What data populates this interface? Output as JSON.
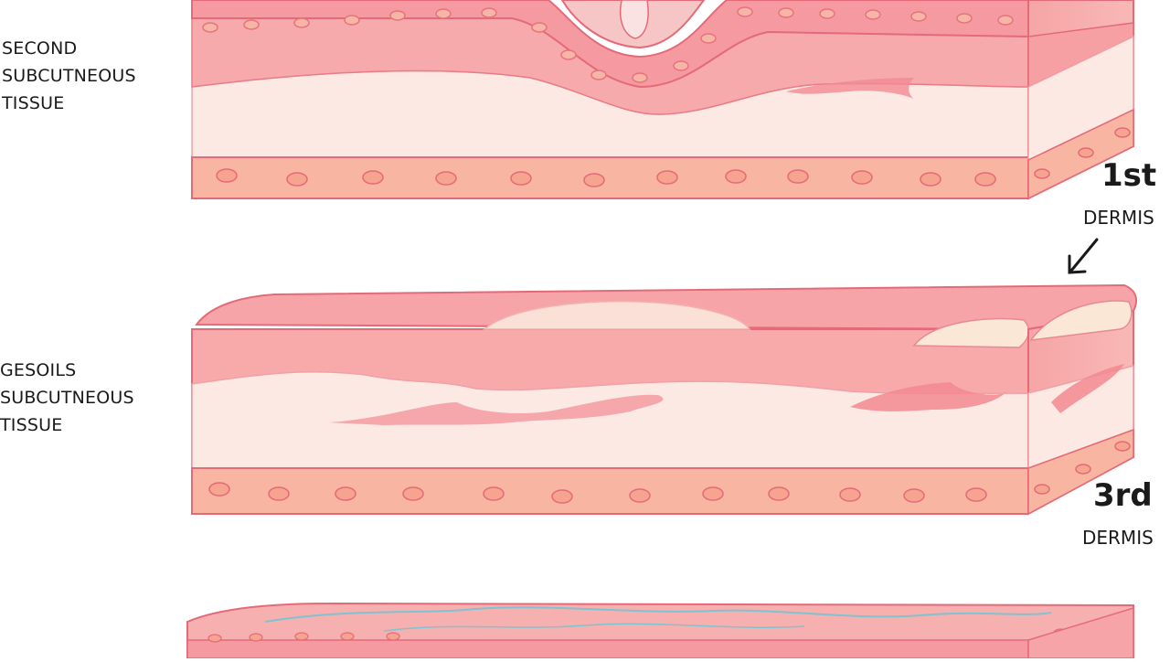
{
  "labels": {
    "top_left": [
      "SECOND",
      "SUBCUTNEOUS",
      "TISSUE"
    ],
    "mid_left": [
      "GESOILS",
      "SUBCUTNEOUS",
      "TISSUE"
    ],
    "first_degree": "1st",
    "first_dermis": "DERMIS",
    "third_degree": "3rd",
    "third_dermis": "DERMIS"
  },
  "colors": {
    "epidermis": "#f27e8a",
    "dermis": "#f7a7a8",
    "subcutis": "#fce7e2",
    "fat_layer": "#f8b9a4",
    "outline": "#e56a78",
    "vein": "#7ec3cf"
  },
  "icons": [
    "arrow-pointer-icon"
  ]
}
